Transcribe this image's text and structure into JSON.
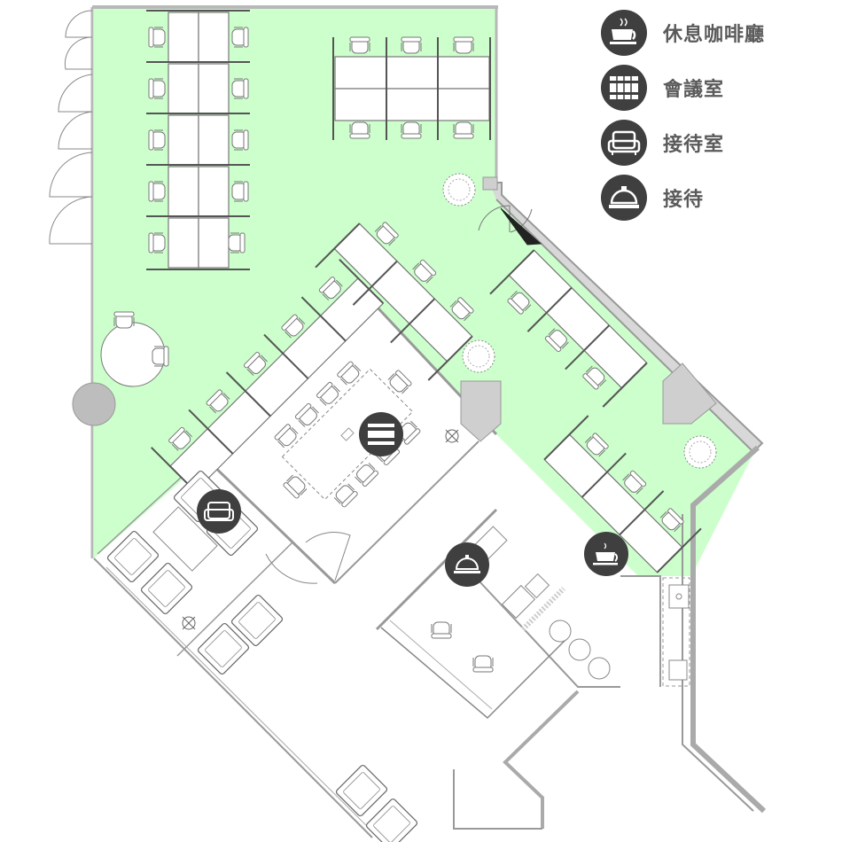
{
  "legend": {
    "items": [
      {
        "icon": "coffee-cup-icon",
        "label": "休息咖啡廳"
      },
      {
        "icon": "meeting-table-icon",
        "label": "會議室"
      },
      {
        "icon": "sofa-icon",
        "label": "接待室"
      },
      {
        "icon": "service-bell-icon",
        "label": "接待"
      }
    ]
  },
  "colors": {
    "open_office_zone": "#ccffcc",
    "icon_disc": "#3f3f3f",
    "wall": "#c9c9c9",
    "line": "#6e6e6e",
    "label_text": "#5a5a5a"
  }
}
